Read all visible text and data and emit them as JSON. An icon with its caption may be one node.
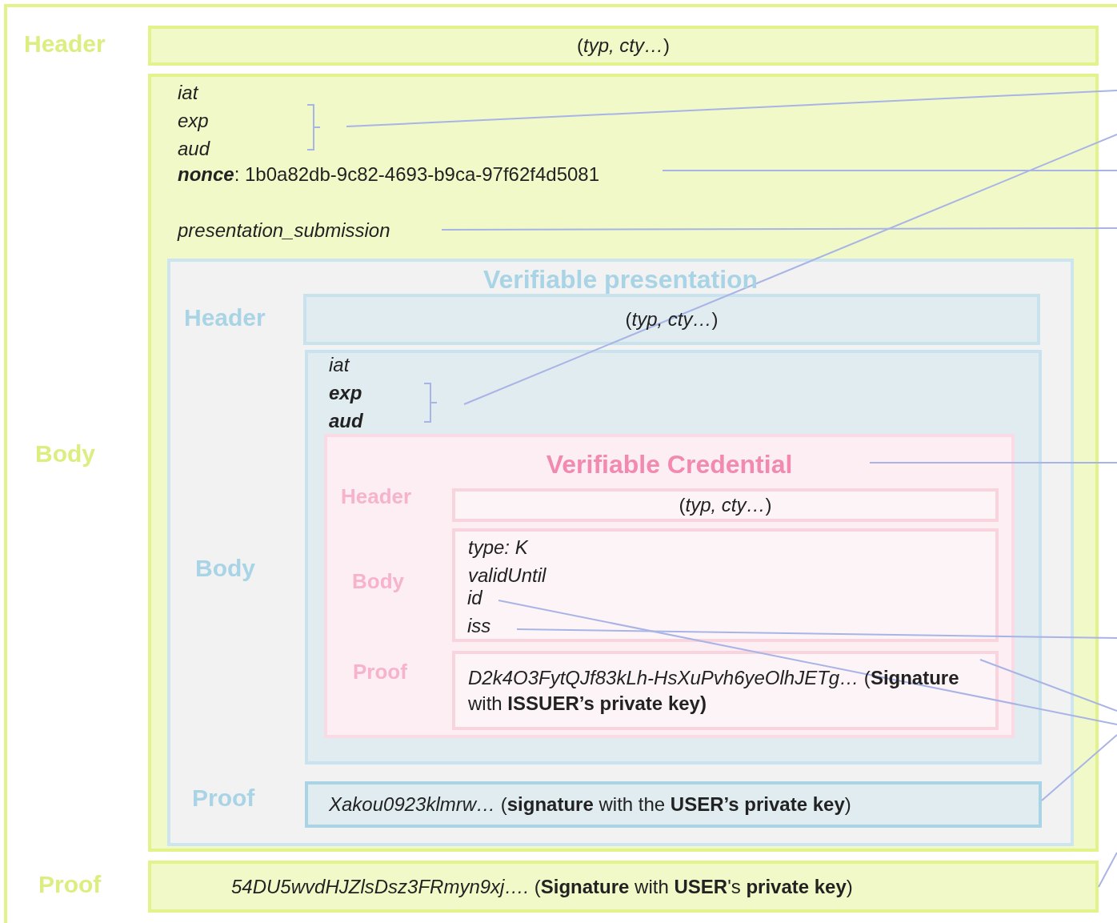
{
  "diagram": {
    "nodes": [
      {
        "text": [],
        "shape": "box"
      },
      {
        "text": [
          "(*typ, cty…*)"
        ],
        "in": 0,
        "beside": [
          "Header"
        ]
      },
      {
        "text": [],
        "shape": "box",
        "in": 0,
        "beside": [
          "Body"
        ]
      },
      {
        "text": [
          "iat",
          "exp",
          "aud"
        ],
        "in": 2
      },
      {
        "text": [
          "**nonce**: 1b0a82db-9c82-4693-b9ca-97f62f4d5081"
        ],
        "in": 2
      },
      {
        "text": [
          "presentation_submission"
        ],
        "in": 2
      },
      {
        "text": [
          "Verifiable presentation"
        ],
        "in": 2
      },
      {
        "text": [
          "(*typ, cty…*)"
        ],
        "in": 6,
        "beside": [
          "Header"
        ]
      },
      {
        "text": [],
        "shape": "box",
        "in": 6,
        "beside": [
          "Body"
        ]
      },
      {
        "text": [
          "iat",
          "exp",
          "aud"
        ],
        "in": 8
      },
      {
        "text": [
          "Verifiable Credential"
        ],
        "in": 8
      },
      {
        "text": [
          "(*typ, cty…*)"
        ],
        "in": 10,
        "beside": [
          "Header"
        ]
      },
      {
        "text": [
          "type: K",
          "validUntil"
        ],
        "in": 10,
        "beside": [
          "Body"
        ]
      },
      {
        "text": [
          "id"
        ],
        "in": 12
      },
      {
        "text": [
          "iss"
        ],
        "in": 12
      },
      {
        "text": [
          "*D2k4O3FytQJf83kLh-HsXuPvh6yeOlhJETg…* (**Signature** with **ISSUER’s private key)**"
        ],
        "in": 10,
        "beside": [
          "Proof"
        ]
      },
      {
        "text": [
          "*Xakou0923klmrw…* (**signature** with the **USER’s private key**)"
        ],
        "in": 6,
        "beside": [
          "Proof"
        ]
      },
      {
        "text": [
          "*54DU5wvdHJZlsDsz3FRmyn9xj….* (**Signature** with **USER**'s **private key**)"
        ],
        "in": 0,
        "beside": [
          "Proof"
        ]
      }
    ],
    "edges": [
      {
        "from": 3,
        "to": null,
        "arrow": "none"
      },
      {
        "from": 9,
        "to": null,
        "arrow": "none"
      },
      {
        "from": 4,
        "to": null,
        "arrow": "none"
      },
      {
        "from": 5,
        "to": null,
        "arrow": "none"
      },
      {
        "from": 10,
        "to": null,
        "arrow": "none"
      },
      {
        "from": 14,
        "to": null,
        "arrow": "none"
      },
      {
        "from": 15,
        "to": null,
        "arrow": "none"
      },
      {
        "from": 13,
        "to": null,
        "arrow": "none"
      },
      {
        "from": 16,
        "to": null,
        "arrow": "none"
      },
      {
        "from": 17,
        "to": null,
        "arrow": "none"
      }
    ]
  }
}
